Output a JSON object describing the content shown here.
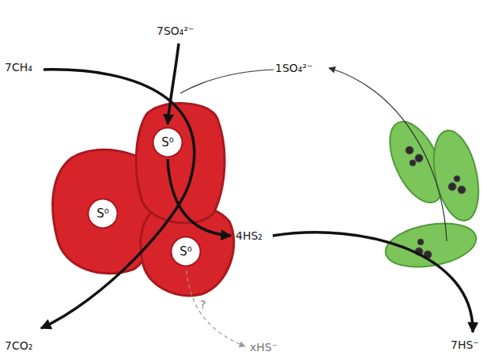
{
  "diagram": {
    "nodes": [
      {
        "text": [
          "S⁰"
        ]
      },
      {
        "text": [
          "S⁰"
        ]
      },
      {
        "text": [
          "S⁰"
        ]
      }
    ],
    "labels": [
      "7SO₄²⁻",
      "7CH₄",
      "1SO₄²⁻",
      "4HS₂",
      "?",
      "xHS⁻",
      "7CO₂",
      "7HS⁻"
    ]
  }
}
